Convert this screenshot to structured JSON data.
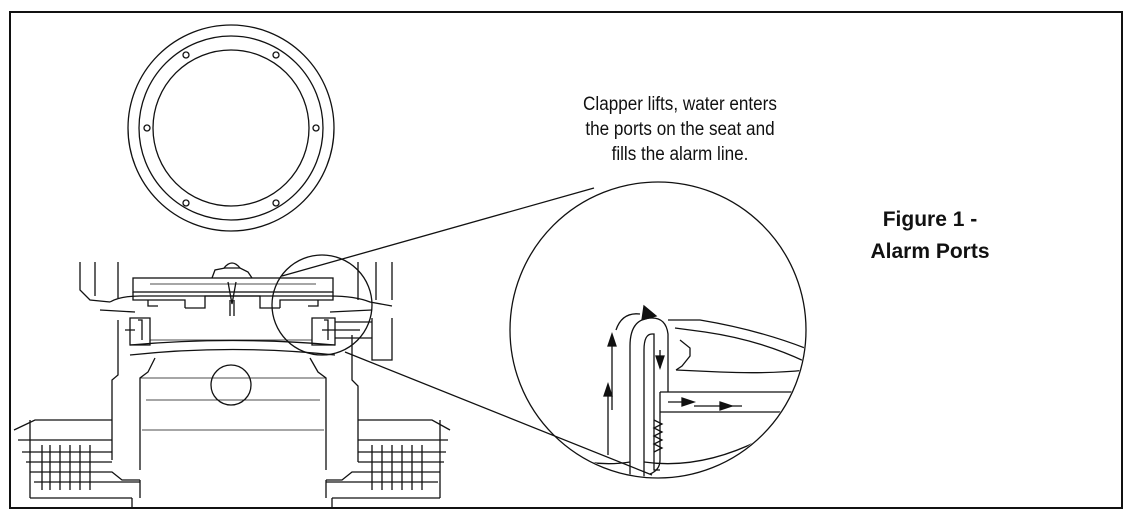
{
  "callout": {
    "lines": [
      "Clapper lifts, water enters",
      "the ports on the seat and",
      "fills the alarm line."
    ]
  },
  "figure": {
    "title_line1": "Figure 1 -",
    "title_line2": "Alarm Ports"
  },
  "colors": {
    "line": "#111111",
    "background": "#ffffff"
  },
  "icons": [
    "flow-arrow-up",
    "flow-arrow-down",
    "flow-arrow-right"
  ]
}
